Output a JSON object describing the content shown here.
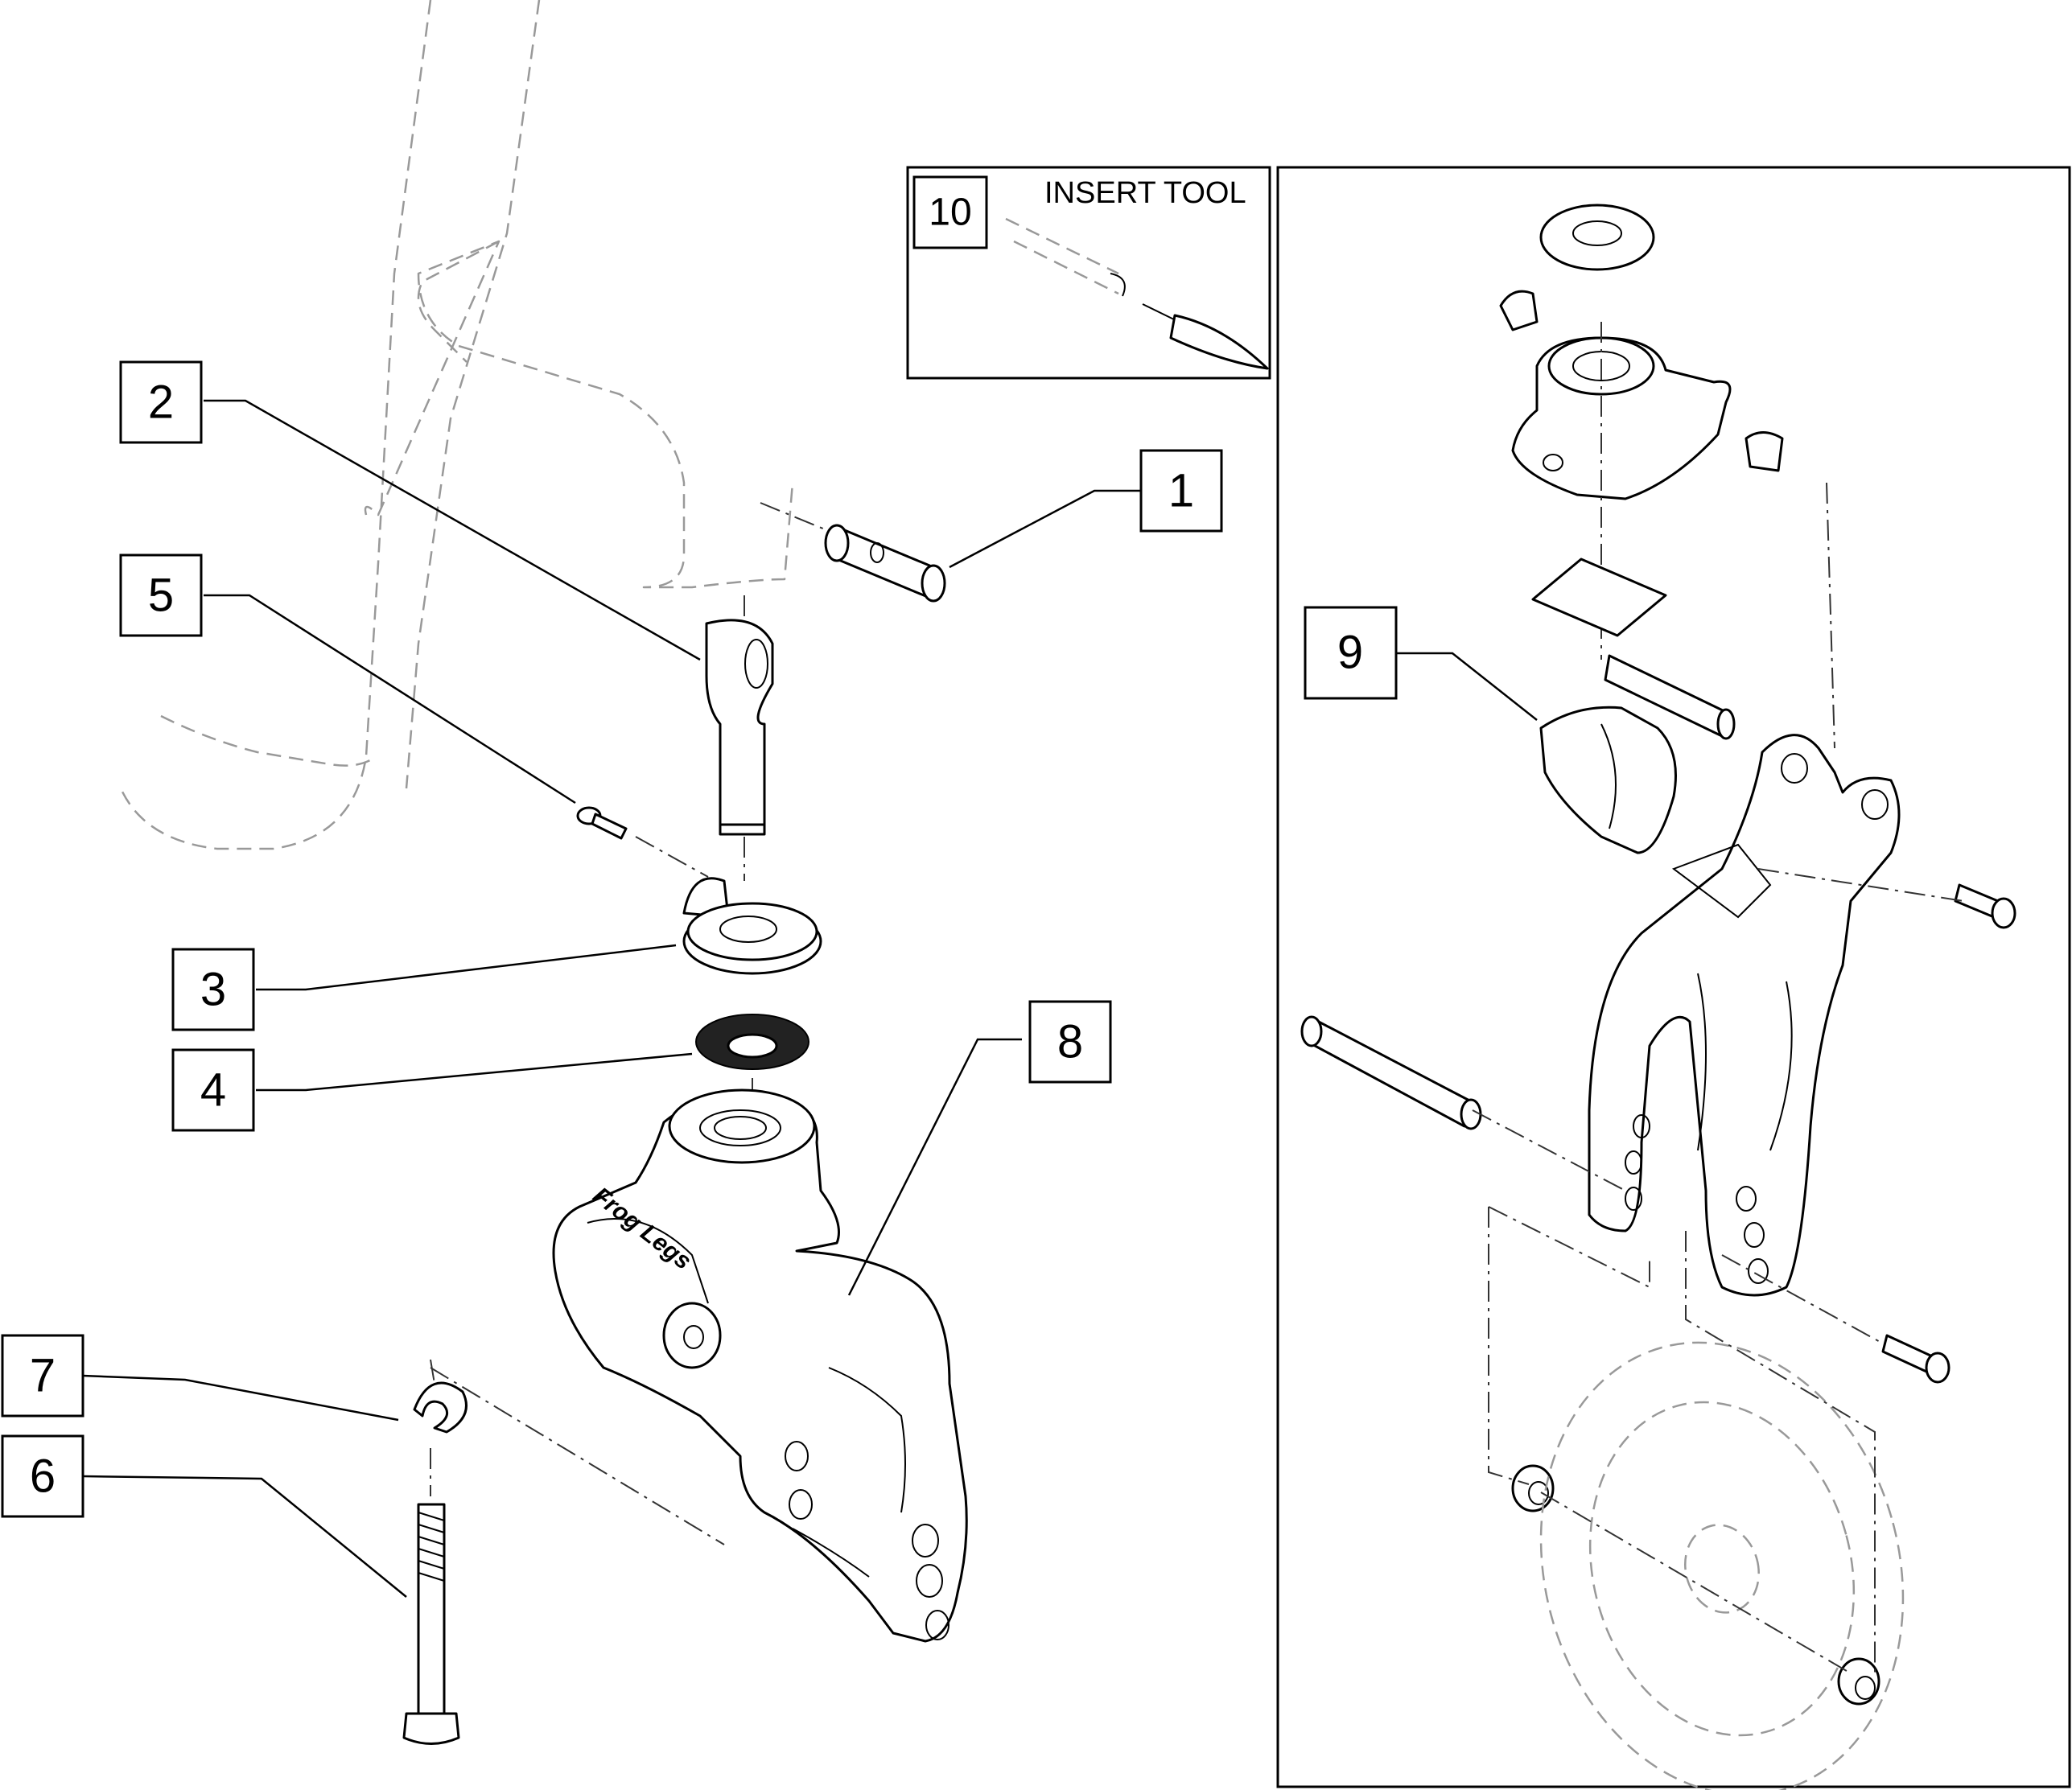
{
  "callouts": {
    "c1": "1",
    "c2": "2",
    "c3": "3",
    "c4": "4",
    "c5": "5",
    "c6": "6",
    "c7": "7",
    "c8": "8",
    "c9": "9",
    "c10": "10"
  },
  "insert_tool": {
    "title": "INSERT TOOL"
  },
  "logo": {
    "text": "Frog Legs"
  }
}
